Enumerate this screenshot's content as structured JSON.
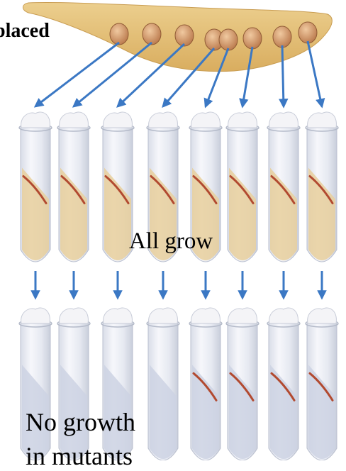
{
  "labels": {
    "placed": "placed",
    "all_grow": "All grow",
    "no_growth_line1": "No growth",
    "no_growth_line2": "in mutants"
  },
  "diagram": {
    "colony_count": 8,
    "tube_count_per_row": 8,
    "bottom_row_growth": [
      false,
      false,
      false,
      false,
      true,
      true,
      true,
      true
    ],
    "colors": {
      "arrow": "#3b78c4",
      "medium_complete": "#e8cf9c",
      "medium_minimal": "#ccd2e3",
      "glass": "#eef1f6",
      "cotton": "#f4f4f7",
      "streak": "#b24a30",
      "plate": "#e7c47e",
      "colony": "#d29a63"
    }
  }
}
